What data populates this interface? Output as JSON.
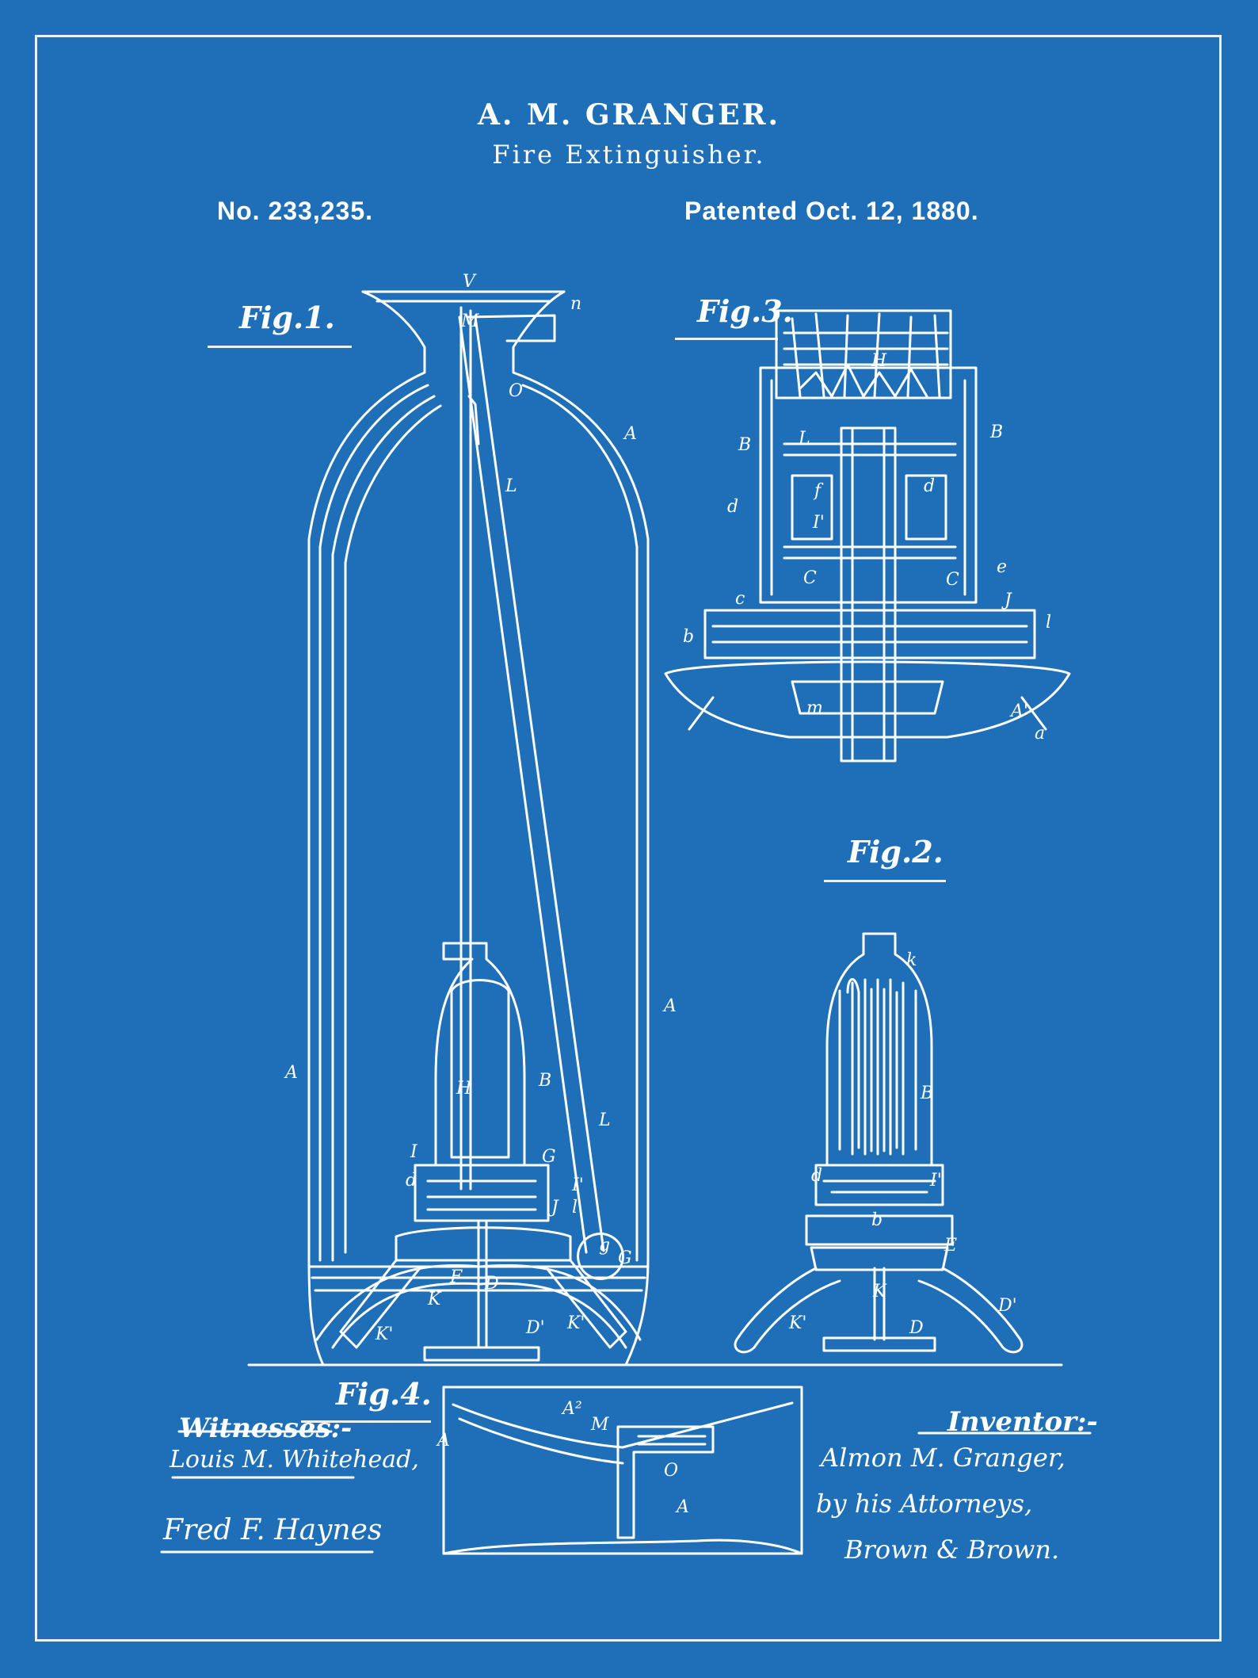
{
  "colors": {
    "background": "#1f6fb8",
    "ink": "#ffffff",
    "frame": "#e8f1fb"
  },
  "header": {
    "inventor": "A. M. GRANGER.",
    "title": "Fire Extinguisher.",
    "patent_number": "No. 233,235.",
    "patent_date": "Patented Oct. 12, 1880."
  },
  "figures": {
    "fig1": "Fig.1.",
    "fig2": "Fig.2.",
    "fig3": "Fig.3.",
    "fig4": "Fig.4."
  },
  "labels": {
    "fig1": [
      "V",
      "n",
      "M",
      "O",
      "A",
      "L",
      "A",
      "A",
      "H",
      "B",
      "L",
      "I",
      "G",
      "I'",
      "d",
      "J",
      "l",
      "g",
      "K",
      "F",
      "D",
      "D'",
      "K'",
      "K'",
      "G"
    ],
    "fig2": [
      "k",
      "B",
      "d",
      "I'",
      "b",
      "E",
      "K",
      "D",
      "D'",
      "K'",
      "K'"
    ],
    "fig3": [
      "H",
      "L",
      "B",
      "B",
      "f",
      "d",
      "d",
      "I'",
      "C",
      "C",
      "e",
      "c",
      "J",
      "l",
      "b",
      "m",
      "A'",
      "a"
    ],
    "fig4": [
      "A²",
      "M",
      "A",
      "O",
      "A"
    ]
  },
  "witnesses": {
    "label": "Witnesses:-",
    "signatures": [
      "Louis M. Whitehead,",
      "Fred F. Haynes"
    ]
  },
  "inventor_block": {
    "label": "Inventor:-",
    "lines": [
      "Almon M. Granger,",
      "by his Attorneys,",
      "Brown & Brown."
    ]
  }
}
